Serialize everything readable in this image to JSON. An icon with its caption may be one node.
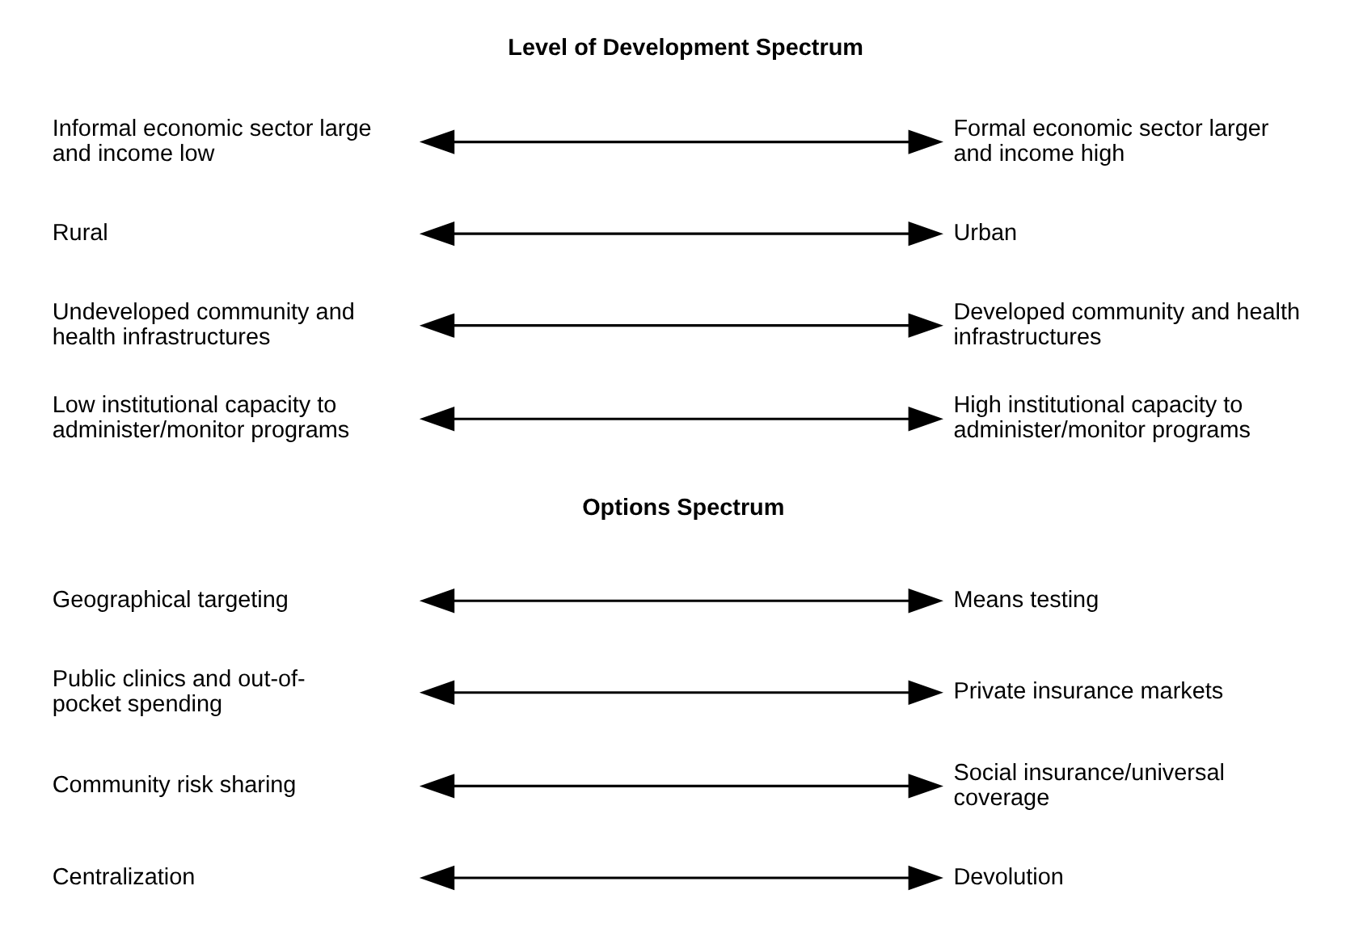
{
  "diagram": {
    "nodes": [
      {
        "text": [
          "Informal economic sector large and income low"
        ]
      },
      {
        "text": [
          "Formal economic sector larger and income high"
        ]
      },
      {
        "text": [
          "Rural"
        ]
      },
      {
        "text": [
          "Urban"
        ]
      },
      {
        "text": [
          "Undeveloped community and health infrastructures"
        ]
      },
      {
        "text": [
          "Developed community and health infrastructures"
        ]
      },
      {
        "text": [
          "Low institutional capacity to administer/monitor programs"
        ]
      },
      {
        "text": [
          "High institutional capacity to administer/monitor programs"
        ]
      },
      {
        "text": [
          "Geographical targeting"
        ]
      },
      {
        "text": [
          "Means testing"
        ]
      },
      {
        "text": [
          "Public clinics and out-of-pocket spending"
        ]
      },
      {
        "text": [
          "Private insurance markets"
        ]
      },
      {
        "text": [
          "Community risk sharing"
        ]
      },
      {
        "text": [
          "Social insurance/universal coverage"
        ]
      },
      {
        "text": [
          "Centralization"
        ]
      },
      {
        "text": [
          "Devolution"
        ]
      }
    ],
    "edges": [
      {
        "from": 0,
        "to": 1,
        "arrow": "both"
      },
      {
        "from": 2,
        "to": 3,
        "arrow": "both"
      },
      {
        "from": 4,
        "to": 5,
        "arrow": "both"
      },
      {
        "from": 6,
        "to": 7,
        "arrow": "both"
      },
      {
        "from": 8,
        "to": 9,
        "arrow": "both"
      },
      {
        "from": 10,
        "to": 11,
        "arrow": "both"
      },
      {
        "from": 12,
        "to": 13,
        "arrow": "both"
      },
      {
        "from": 14,
        "to": 15,
        "arrow": "both"
      }
    ],
    "labels": [
      "Level of Development Spectrum",
      "Options Spectrum"
    ]
  }
}
